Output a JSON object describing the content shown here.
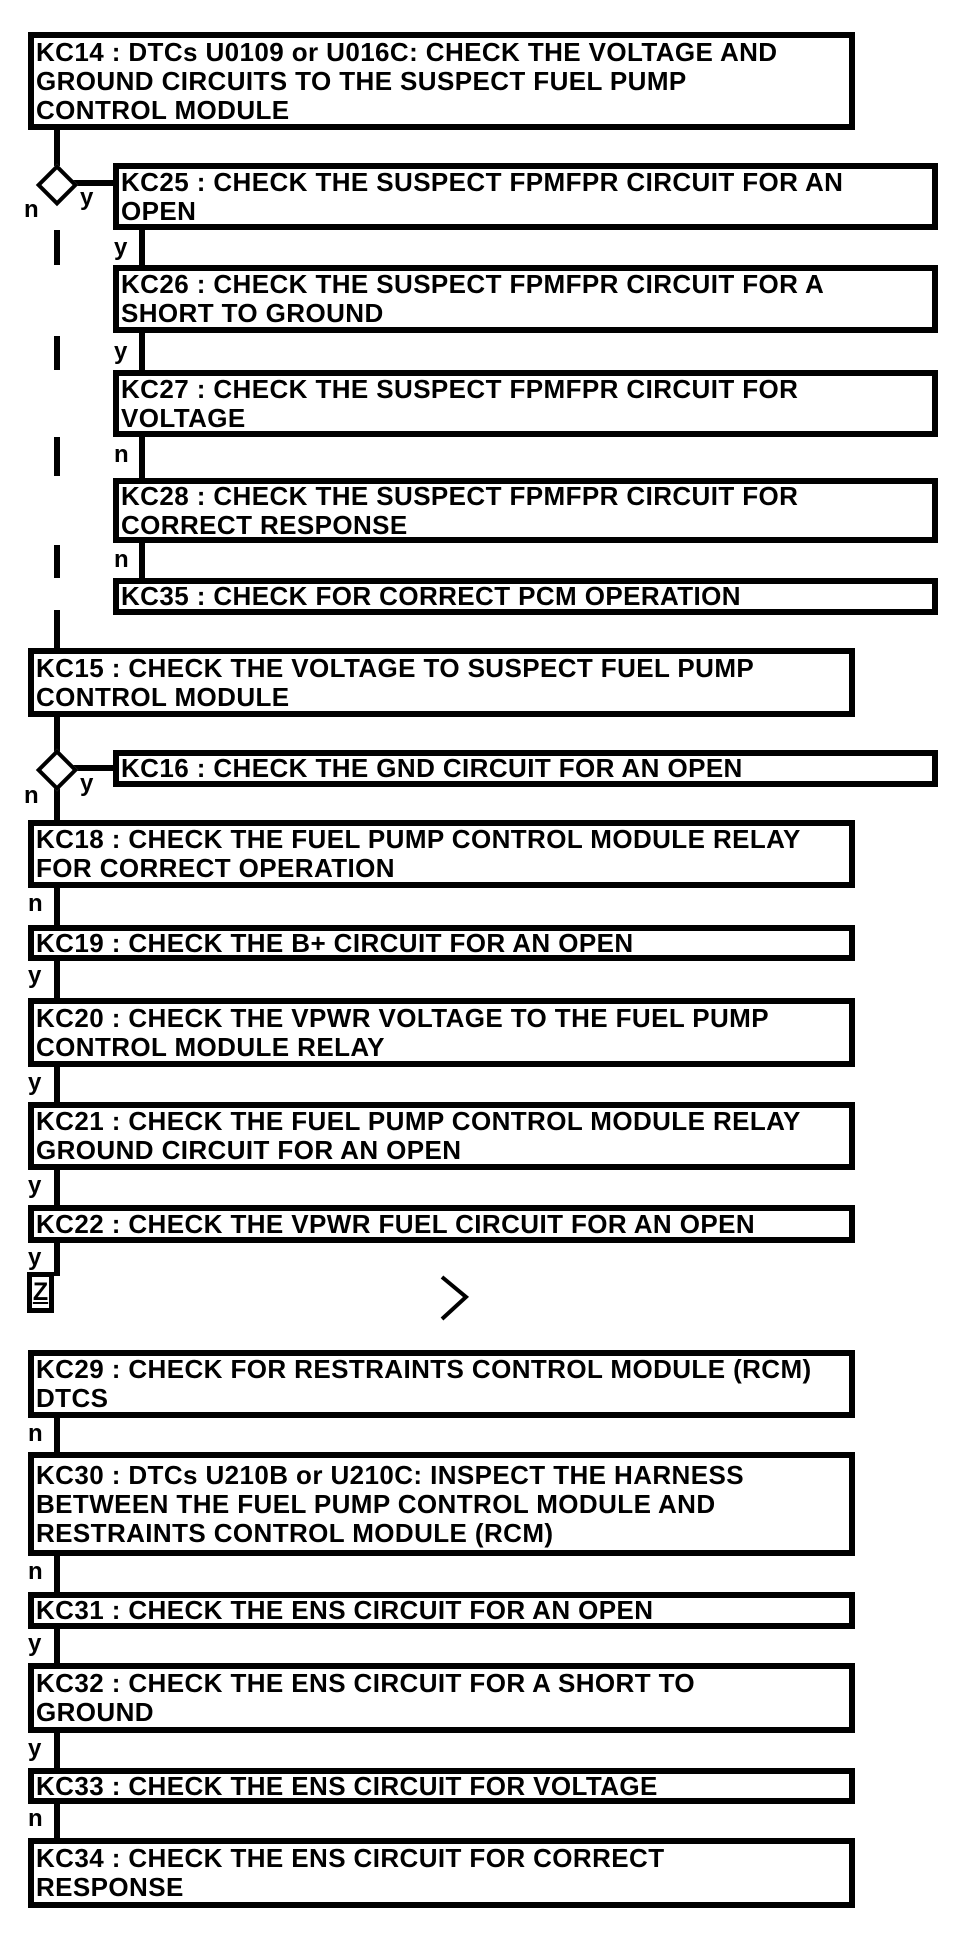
{
  "page": {
    "background": "#ffffff",
    "ink": "#000000"
  },
  "boxes": {
    "kc14": {
      "lines": [
        "KC14 : DTCs U0109 or U016C: CHECK THE VOLTAGE AND",
        "GROUND CIRCUITS TO THE SUSPECT FUEL PUMP",
        "CONTROL MODULE"
      ]
    },
    "kc25": {
      "lines": [
        "KC25 : CHECK THE SUSPECT FPMFPR CIRCUIT FOR AN",
        "OPEN"
      ]
    },
    "kc26": {
      "lines": [
        "KC26 : CHECK THE SUSPECT FPMFPR CIRCUIT FOR A",
        "SHORT TO GROUND"
      ]
    },
    "kc27": {
      "lines": [
        "KC27 : CHECK THE SUSPECT FPMFPR CIRCUIT FOR",
        "VOLTAGE"
      ]
    },
    "kc28": {
      "lines": [
        "KC28 : CHECK THE SUSPECT FPMFPR CIRCUIT FOR",
        "CORRECT RESPONSE"
      ]
    },
    "kc35": {
      "lines": [
        "KC35 : CHECK FOR CORRECT PCM OPERATION"
      ]
    },
    "kc15": {
      "lines": [
        "KC15 : CHECK THE VOLTAGE TO SUSPECT FUEL PUMP",
        "CONTROL MODULE"
      ]
    },
    "kc16": {
      "lines": [
        "KC16 : CHECK THE GND CIRCUIT FOR AN OPEN"
      ]
    },
    "kc18": {
      "lines": [
        "KC18 : CHECK THE FUEL PUMP CONTROL MODULE RELAY",
        "FOR CORRECT OPERATION"
      ]
    },
    "kc19": {
      "lines": [
        "KC19 : CHECK THE B+ CIRCUIT FOR AN OPEN"
      ]
    },
    "kc20": {
      "lines": [
        "KC20 : CHECK THE VPWR VOLTAGE TO THE FUEL PUMP",
        "CONTROL MODULE RELAY"
      ]
    },
    "kc21": {
      "lines": [
        "KC21 : CHECK THE FUEL PUMP CONTROL MODULE RELAY",
        "GROUND CIRCUIT FOR AN OPEN"
      ]
    },
    "kc22": {
      "lines": [
        "KC22 : CHECK THE VPWR FUEL CIRCUIT FOR AN OPEN"
      ]
    },
    "kc29": {
      "lines": [
        "KC29 : CHECK FOR RESTRAINTS CONTROL MODULE (RCM)",
        "DTCS"
      ]
    },
    "kc30": {
      "lines": [
        "KC30 : DTCs U210B or U210C: INSPECT THE HARNESS",
        "BETWEEN THE FUEL PUMP CONTROL MODULE AND",
        "RESTRAINTS CONTROL MODULE (RCM)"
      ]
    },
    "kc31": {
      "lines": [
        "KC31 : CHECK THE ENS CIRCUIT FOR AN OPEN"
      ]
    },
    "kc32": {
      "lines": [
        "KC32 : CHECK THE ENS CIRCUIT FOR A SHORT TO",
        "GROUND"
      ]
    },
    "kc33": {
      "lines": [
        "KC33 : CHECK THE ENS CIRCUIT FOR VOLTAGE"
      ]
    },
    "kc34": {
      "lines": [
        "KC34 : CHECK THE ENS CIRCUIT FOR CORRECT",
        "RESPONSE"
      ]
    }
  },
  "connectors": {
    "d1_y": "y",
    "d1_n": "n",
    "kc25_kc26": "y",
    "kc26_kc27": "y",
    "kc27_kc28": "n",
    "kc28_kc35": "n",
    "d2_y": "y",
    "d2_n": "n",
    "kc18_kc19": "n",
    "kc19_kc20": "y",
    "kc20_kc21": "y",
    "kc21_kc22": "y",
    "kc22_z": "y",
    "kc29_kc30": "n",
    "kc30_kc31": "n",
    "kc31_kc32": "y",
    "kc32_kc33": "y",
    "kc33_kc34": "n"
  },
  "offpage": {
    "z_label": "Z"
  }
}
